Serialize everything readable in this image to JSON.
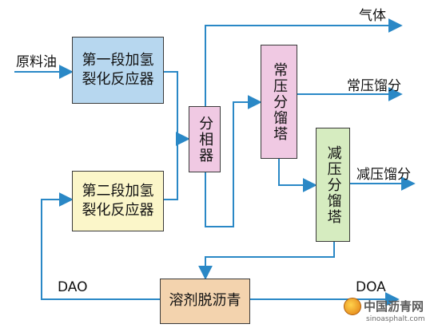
{
  "colors": {
    "line": "#2a88c6",
    "box_blue": "#b7d7ef",
    "box_yellow": "#fbf6c9",
    "box_pink": "#f0c9e3",
    "box_green": "#d6ecc0",
    "box_orange": "#f3d3ae"
  },
  "inputs": {
    "feed": "原料油"
  },
  "boxes": {
    "stage1": {
      "line1": "第一段加氢",
      "line2": "裂化反应器"
    },
    "stage2": {
      "line1": "第二段加氢",
      "line2": "裂化反应器"
    },
    "separator": "分相器",
    "atm_column": "常压分馏塔",
    "vac_column": "减压分馏塔",
    "deasphalting": "溶剂脱沥青"
  },
  "outputs": {
    "gas": "气体",
    "atm_fraction": "常压馏分",
    "vac_fraction": "减压馏分",
    "dao": "DAO",
    "doa": "DOA"
  },
  "watermark": {
    "brand": "中国沥青网",
    "url": "sinoasphalt.com"
  }
}
